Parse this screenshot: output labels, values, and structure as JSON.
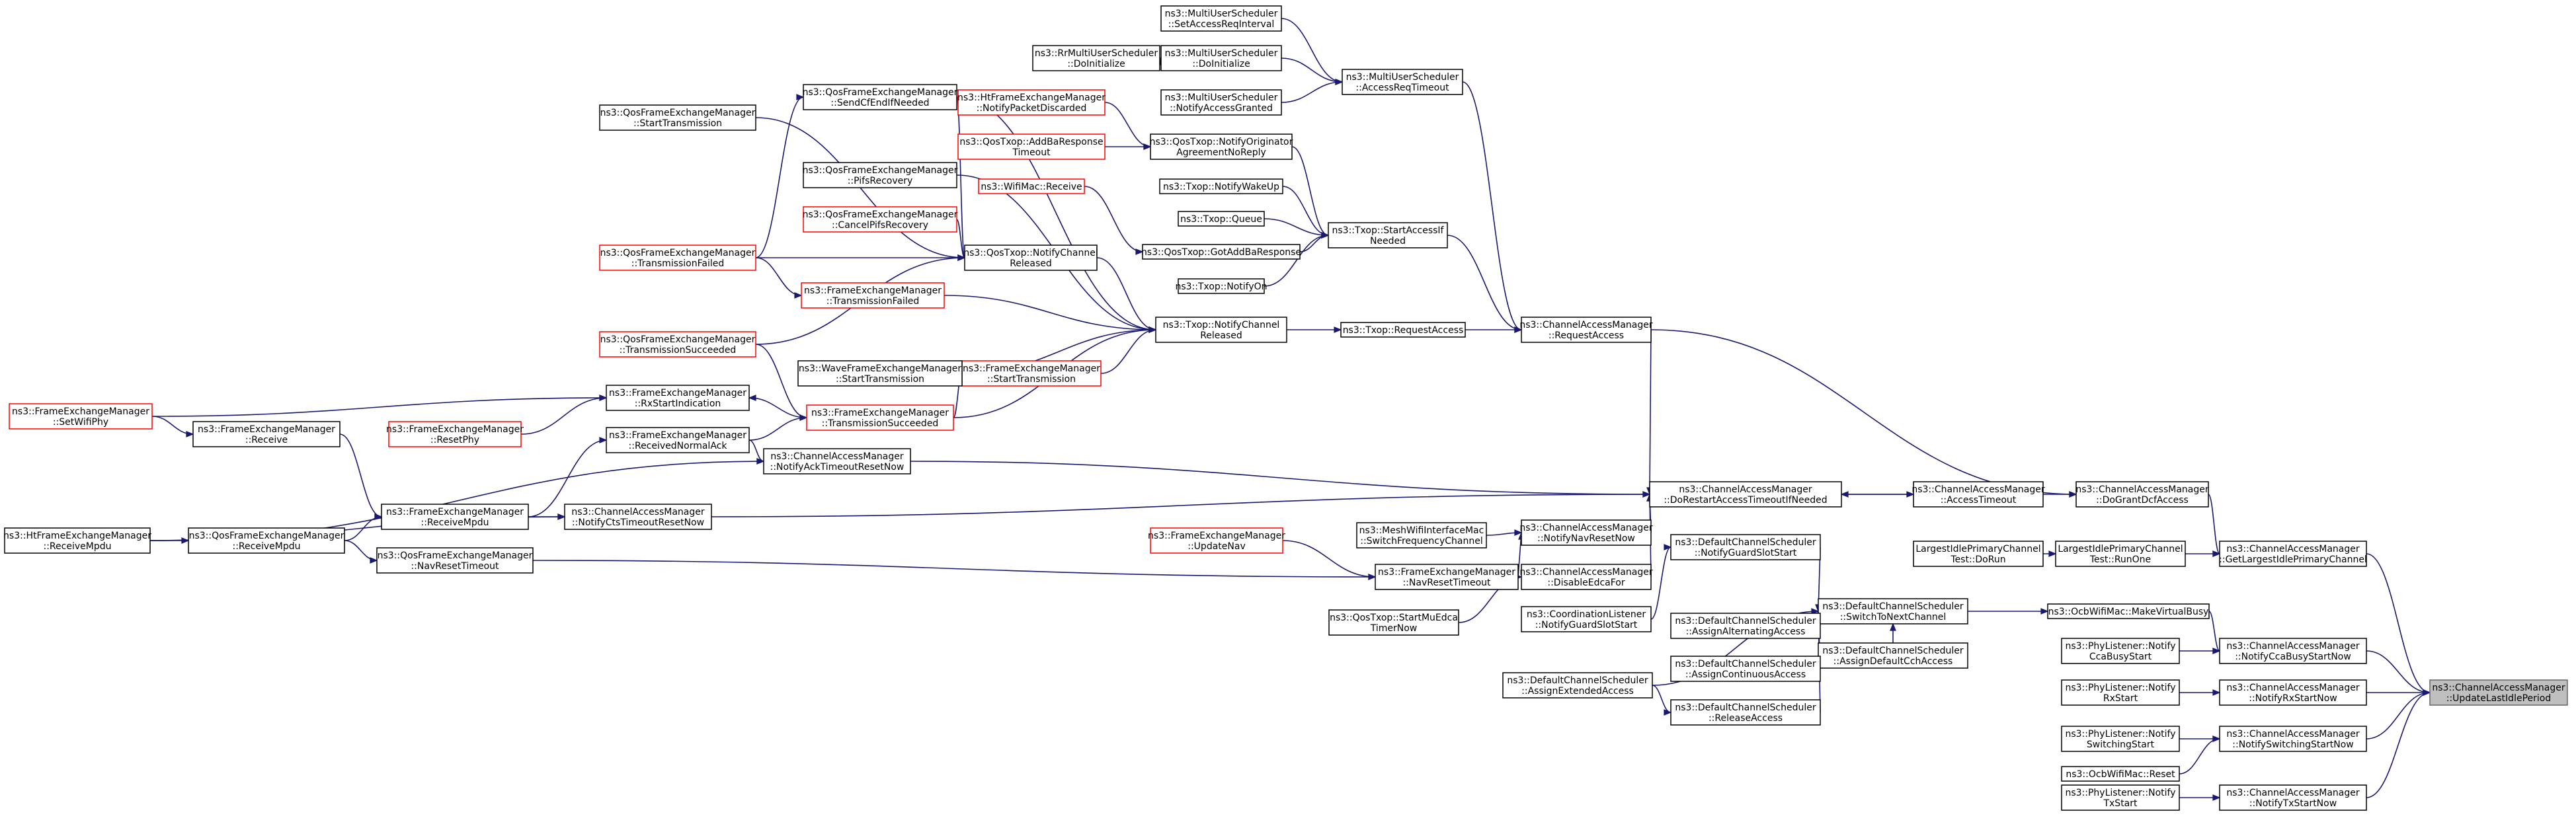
{
  "graph": {
    "direction": "callers-of",
    "colors": {
      "edge": "#191970",
      "node_border": "#000000",
      "truncated_border": "#ff0000",
      "root_fill": "#bfbfbf"
    },
    "nodes": [
      {
        "id": "n0",
        "lines": [
          "ns3::ChannelAccessManager",
          "::UpdateLastIdlePeriod"
        ],
        "style": "root"
      },
      {
        "id": "n1",
        "lines": [
          "ns3::ChannelAccessManager",
          "::GetLargestIdlePrimaryChannel"
        ]
      },
      {
        "id": "n2",
        "lines": [
          "ns3::ChannelAccessManager",
          "::NotifyCcaBusyStartNow"
        ]
      },
      {
        "id": "n3",
        "lines": [
          "ns3::ChannelAccessManager",
          "::NotifyRxStartNow"
        ]
      },
      {
        "id": "n4",
        "lines": [
          "ns3::ChannelAccessManager",
          "::NotifySwitchingStartNow"
        ]
      },
      {
        "id": "n5",
        "lines": [
          "ns3::ChannelAccessManager",
          "::NotifyTxStartNow"
        ]
      },
      {
        "id": "n6",
        "lines": [
          "ns3::ChannelAccessManager",
          "::DoGrantDcfAccess"
        ]
      },
      {
        "id": "n7",
        "lines": [
          "LargestIdlePrimaryChannel",
          "Test::RunOne"
        ]
      },
      {
        "id": "n8",
        "lines": [
          "ns3::PhyListener::Notify",
          "CcaBusyStart"
        ]
      },
      {
        "id": "n9",
        "lines": [
          "ns3::PhyListener::Notify",
          "RxStart"
        ]
      },
      {
        "id": "n10",
        "lines": [
          "ns3::PhyListener::Notify",
          "SwitchingStart"
        ]
      },
      {
        "id": "n11",
        "lines": [
          "ns3::OcbWifiMac::Reset"
        ]
      },
      {
        "id": "n12",
        "lines": [
          "ns3::PhyListener::Notify",
          "TxStart"
        ]
      },
      {
        "id": "n13",
        "lines": [
          "ns3::OcbWifiMac::MakeVirtualBusy"
        ]
      },
      {
        "id": "n14",
        "lines": [
          "ns3::ChannelAccessManager",
          "::AccessTimeout"
        ]
      },
      {
        "id": "n15",
        "lines": [
          "LargestIdlePrimaryChannel",
          "Test::DoRun"
        ]
      },
      {
        "id": "n16",
        "lines": [
          "ns3::DefaultChannelScheduler",
          "::SwitchToNextChannel"
        ]
      },
      {
        "id": "n17",
        "lines": [
          "ns3::ChannelAccessManager",
          "::DoRestartAccessTimeoutIfNeeded"
        ]
      },
      {
        "id": "n18",
        "lines": [
          "ns3::DefaultChannelScheduler",
          "::AssignDefaultCchAccess"
        ]
      },
      {
        "id": "n19",
        "lines": [
          "ns3::DefaultChannelScheduler",
          "::NotifyGuardSlotStart"
        ]
      },
      {
        "id": "n20",
        "lines": [
          "ns3::DefaultChannelScheduler",
          "::AssignAlternatingAccess"
        ]
      },
      {
        "id": "n21",
        "lines": [
          "ns3::DefaultChannelScheduler",
          "::AssignContinuousAccess"
        ]
      },
      {
        "id": "n22",
        "lines": [
          "ns3::DefaultChannelScheduler",
          "::ReleaseAccess"
        ]
      },
      {
        "id": "n23",
        "lines": [
          "ns3::ChannelAccessManager",
          "::RequestAccess"
        ]
      },
      {
        "id": "n24",
        "lines": [
          "ns3::ChannelAccessManager",
          "::NotifyNavResetNow"
        ]
      },
      {
        "id": "n25",
        "lines": [
          "ns3::ChannelAccessManager",
          "::DisableEdcaFor"
        ]
      },
      {
        "id": "n26",
        "lines": [
          "ns3::CoordinationListener",
          "::NotifyGuardSlotStart"
        ]
      },
      {
        "id": "n27",
        "lines": [
          "ns3::DefaultChannelScheduler",
          "::AssignExtendedAccess"
        ]
      },
      {
        "id": "n28",
        "lines": [
          "ns3::MultiUserScheduler",
          "::AccessReqTimeout"
        ]
      },
      {
        "id": "n29",
        "lines": [
          "ns3::Txop::StartAccessIf",
          "Needed"
        ]
      },
      {
        "id": "n30",
        "lines": [
          "ns3::Txop::RequestAccess"
        ]
      },
      {
        "id": "n31",
        "lines": [
          "ns3::MeshWifiInterfaceMac",
          "::SwitchFrequencyChannel"
        ]
      },
      {
        "id": "n32",
        "lines": [
          "ns3::FrameExchangeManager",
          "::NavResetTimeout"
        ]
      },
      {
        "id": "n33",
        "lines": [
          "ns3::QosTxop::StartMuEdca",
          "TimerNow"
        ]
      },
      {
        "id": "n34",
        "lines": [
          "ns3::FrameExchangeManager",
          "::UpdateNav"
        ],
        "style": "red"
      },
      {
        "id": "n35",
        "lines": [
          "ns3::MultiUserScheduler",
          "::SetAccessReqInterval"
        ]
      },
      {
        "id": "n36",
        "lines": [
          "ns3::MultiUserScheduler",
          "::DoInitialize"
        ]
      },
      {
        "id": "n37",
        "lines": [
          "ns3::MultiUserScheduler",
          "::NotifyAccessGranted"
        ]
      },
      {
        "id": "n38",
        "lines": [
          "ns3::RrMultiUserScheduler",
          "::DoInitialize"
        ]
      },
      {
        "id": "n39",
        "lines": [
          "ns3::QosTxop::NotifyOriginator",
          "AgreementNoReply"
        ]
      },
      {
        "id": "n40",
        "lines": [
          "ns3::Txop::NotifyWakeUp"
        ]
      },
      {
        "id": "n41",
        "lines": [
          "ns3::Txop::Queue"
        ]
      },
      {
        "id": "n42",
        "lines": [
          "ns3::QosTxop::GotAddBaResponse"
        ]
      },
      {
        "id": "n43",
        "lines": [
          "ns3::Txop::NotifyOn"
        ]
      },
      {
        "id": "n44",
        "lines": [
          "ns3::Txop::NotifyChannel",
          "Released"
        ]
      },
      {
        "id": "n45",
        "lines": [
          "ns3::HtFrameExchangeManager",
          "::NotifyPacketDiscarded"
        ],
        "style": "red"
      },
      {
        "id": "n46",
        "lines": [
          "ns3::QosTxop::AddBaResponse",
          "Timeout"
        ],
        "style": "red"
      },
      {
        "id": "n47",
        "lines": [
          "ns3::WifiMac::Receive"
        ],
        "style": "red"
      },
      {
        "id": "n48",
        "lines": [
          "ns3::QosTxop::NotifyChannel",
          "Released"
        ]
      },
      {
        "id": "n49",
        "lines": [
          "ns3::FrameExchangeManager",
          "::TransmissionFailed"
        ],
        "style": "red"
      },
      {
        "id": "n50",
        "lines": [
          "ns3::FrameExchangeManager",
          "::StartTransmission"
        ],
        "style": "red"
      },
      {
        "id": "n51",
        "lines": [
          "ns3::WaveFrameExchangeManager",
          "::StartTransmission"
        ]
      },
      {
        "id": "n52",
        "lines": [
          "ns3::FrameExchangeManager",
          "::TransmissionSucceeded"
        ],
        "style": "red"
      },
      {
        "id": "n53",
        "lines": [
          "ns3::QosFrameExchangeManager",
          "::SendCfEndIfNeeded"
        ]
      },
      {
        "id": "n54",
        "lines": [
          "ns3::QosFrameExchangeManager",
          "::PifsRecovery"
        ]
      },
      {
        "id": "n55",
        "lines": [
          "ns3::QosFrameExchangeManager",
          "::CancelPifsRecovery"
        ],
        "style": "red"
      },
      {
        "id": "n56",
        "lines": [
          "ns3::QosFrameExchangeManager",
          "::StartTransmission"
        ]
      },
      {
        "id": "n57",
        "lines": [
          "ns3::QosFrameExchangeManager",
          "::TransmissionFailed"
        ],
        "style": "red"
      },
      {
        "id": "n58",
        "lines": [
          "ns3::QosFrameExchangeManager",
          "::TransmissionSucceeded"
        ],
        "style": "red"
      },
      {
        "id": "n59",
        "lines": [
          "ns3::FrameExchangeManager",
          "::RxStartIndication"
        ]
      },
      {
        "id": "n60",
        "lines": [
          "ns3::FrameExchangeManager",
          "::ReceivedNormalAck"
        ]
      },
      {
        "id": "n61",
        "lines": [
          "ns3::ChannelAccessManager",
          "::NotifyAckTimeoutResetNow"
        ]
      },
      {
        "id": "n62",
        "lines": [
          "ns3::ChannelAccessManager",
          "::NotifyCtsTimeoutResetNow"
        ]
      },
      {
        "id": "n63",
        "lines": [
          "ns3::QosFrameExchangeManager",
          "::NavResetTimeout"
        ]
      },
      {
        "id": "n64",
        "lines": [
          "ns3::FrameExchangeManager",
          "::ResetPhy"
        ],
        "style": "red"
      },
      {
        "id": "n65",
        "lines": [
          "ns3::FrameExchangeManager",
          "::ReceiveMpdu"
        ]
      },
      {
        "id": "n66",
        "lines": [
          "ns3::FrameExchangeManager",
          "::SetWifiPhy"
        ],
        "style": "red"
      },
      {
        "id": "n67",
        "lines": [
          "ns3::FrameExchangeManager",
          "::Receive"
        ]
      },
      {
        "id": "n68",
        "lines": [
          "ns3::QosFrameExchangeManager",
          "::ReceiveMpdu"
        ]
      },
      {
        "id": "n69",
        "lines": [
          "ns3::HtFrameExchangeManager",
          "::ReceiveMpdu"
        ]
      }
    ],
    "edges": [
      [
        "n0",
        "n1"
      ],
      [
        "n0",
        "n2"
      ],
      [
        "n0",
        "n3"
      ],
      [
        "n0",
        "n4"
      ],
      [
        "n0",
        "n5"
      ],
      [
        "n1",
        "n6"
      ],
      [
        "n1",
        "n7"
      ],
      [
        "n2",
        "n8"
      ],
      [
        "n2",
        "n13"
      ],
      [
        "n3",
        "n9"
      ],
      [
        "n4",
        "n10"
      ],
      [
        "n4",
        "n11"
      ],
      [
        "n5",
        "n12"
      ],
      [
        "n6",
        "n14"
      ],
      [
        "n6",
        "n23"
      ],
      [
        "n7",
        "n15"
      ],
      [
        "n13",
        "n16"
      ],
      [
        "n14",
        "n17"
      ],
      [
        "n16",
        "n18"
      ],
      [
        "n16",
        "n19"
      ],
      [
        "n16",
        "n20"
      ],
      [
        "n16",
        "n21"
      ],
      [
        "n16",
        "n22"
      ],
      [
        "n16",
        "n27"
      ],
      [
        "n17",
        "n14"
      ],
      [
        "n17",
        "n23"
      ],
      [
        "n17",
        "n24"
      ],
      [
        "n17",
        "n25"
      ],
      [
        "n17",
        "n61"
      ],
      [
        "n17",
        "n62"
      ],
      [
        "n19",
        "n26"
      ],
      [
        "n22",
        "n27"
      ],
      [
        "n23",
        "n28"
      ],
      [
        "n23",
        "n29"
      ],
      [
        "n23",
        "n30"
      ],
      [
        "n24",
        "n31"
      ],
      [
        "n24",
        "n32"
      ],
      [
        "n25",
        "n33"
      ],
      [
        "n28",
        "n35"
      ],
      [
        "n28",
        "n36"
      ],
      [
        "n28",
        "n37"
      ],
      [
        "n29",
        "n39"
      ],
      [
        "n29",
        "n40"
      ],
      [
        "n29",
        "n41"
      ],
      [
        "n29",
        "n42"
      ],
      [
        "n29",
        "n43"
      ],
      [
        "n30",
        "n44"
      ],
      [
        "n32",
        "n34"
      ],
      [
        "n32",
        "n63"
      ],
      [
        "n36",
        "n38"
      ],
      [
        "n39",
        "n45"
      ],
      [
        "n39",
        "n46"
      ],
      [
        "n42",
        "n47"
      ],
      [
        "n44",
        "n48"
      ],
      [
        "n44",
        "n49"
      ],
      [
        "n44",
        "n50"
      ],
      [
        "n44",
        "n51"
      ],
      [
        "n44",
        "n52"
      ],
      [
        "n44",
        "n53"
      ],
      [
        "n44",
        "n54"
      ],
      [
        "n48",
        "n53"
      ],
      [
        "n48",
        "n55"
      ],
      [
        "n48",
        "n56"
      ],
      [
        "n48",
        "n57"
      ],
      [
        "n48",
        "n58"
      ],
      [
        "n49",
        "n57"
      ],
      [
        "n50",
        "n52"
      ],
      [
        "n52",
        "n58"
      ],
      [
        "n52",
        "n60"
      ],
      [
        "n53",
        "n57"
      ],
      [
        "n59",
        "n66"
      ],
      [
        "n59",
        "n64"
      ],
      [
        "n59",
        "n52"
      ],
      [
        "n60",
        "n65"
      ],
      [
        "n61",
        "n60"
      ],
      [
        "n61",
        "n69"
      ],
      [
        "n62",
        "n65"
      ],
      [
        "n62",
        "n69"
      ],
      [
        "n63",
        "n68"
      ],
      [
        "n65",
        "n67"
      ],
      [
        "n65",
        "n68"
      ],
      [
        "n67",
        "n66"
      ],
      [
        "n68",
        "n69"
      ]
    ]
  }
}
